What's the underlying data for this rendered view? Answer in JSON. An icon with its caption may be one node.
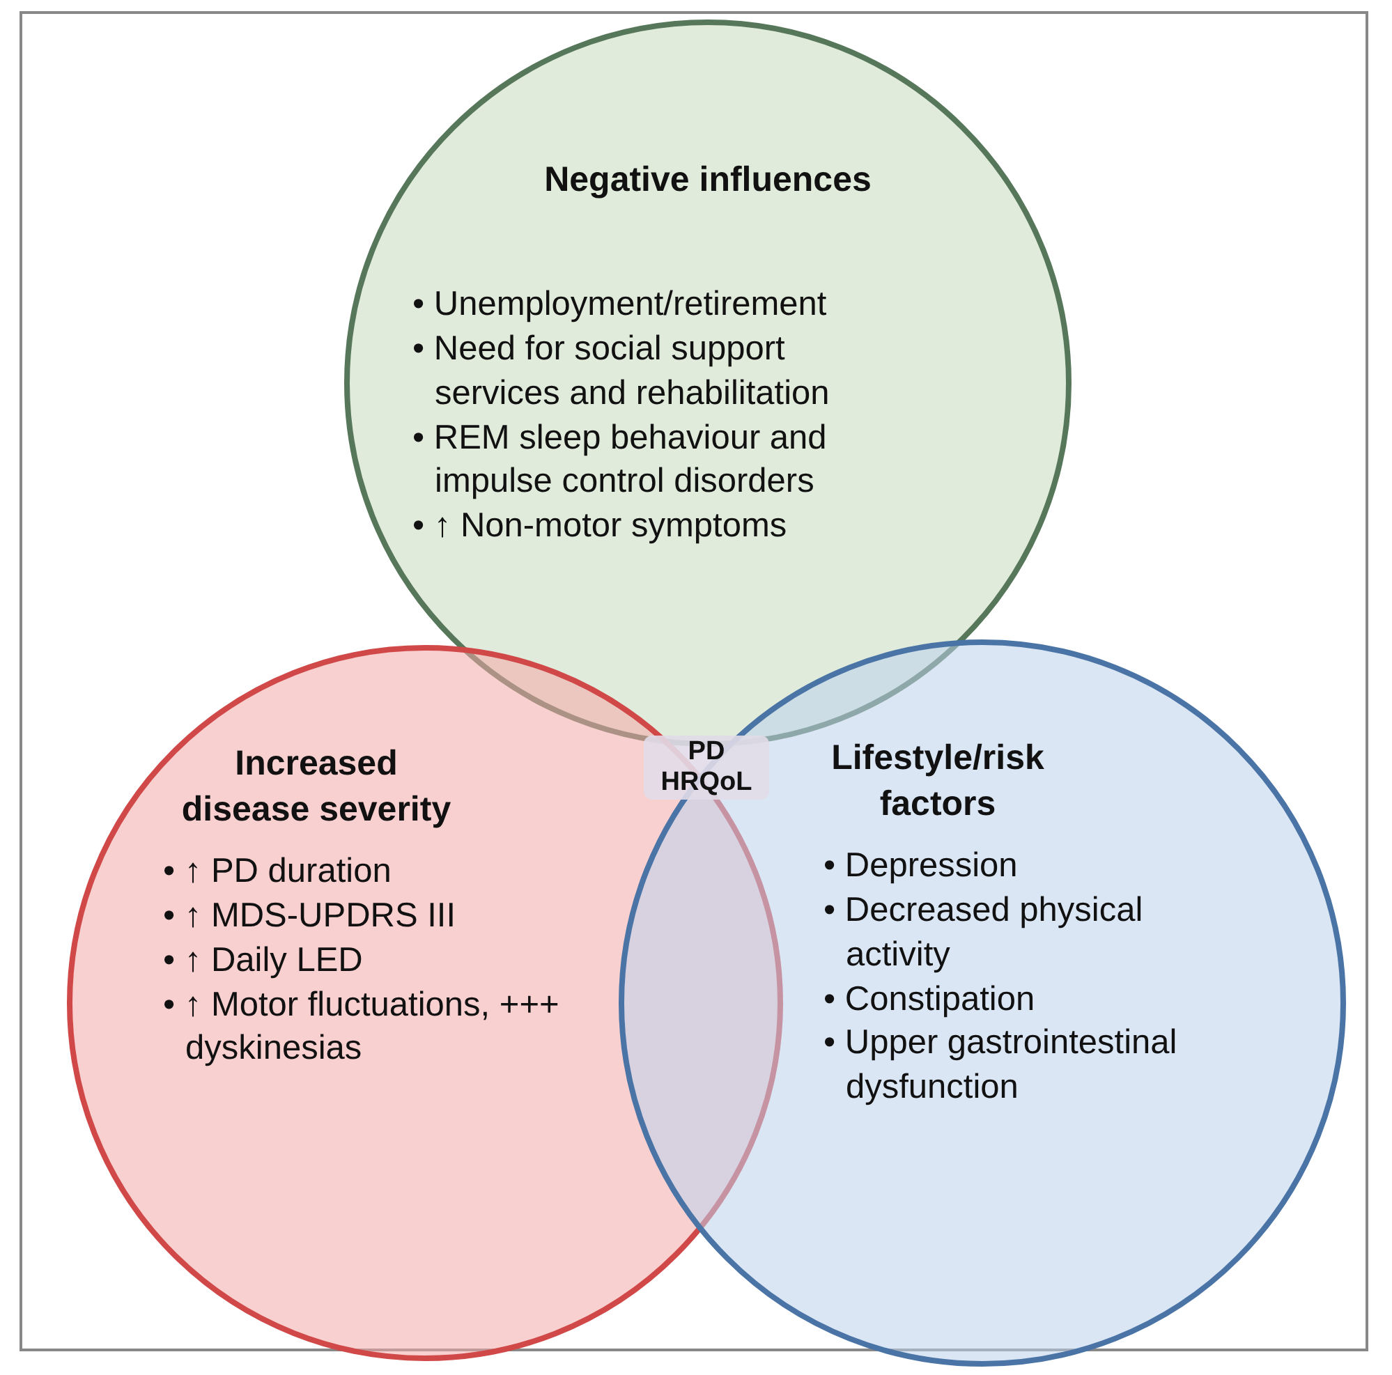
{
  "diagram": {
    "nodes": [
      {
        "text": [
          "Negative influences",
          "• Unemployment/retirement",
          "• Need for social support services and rehabilitation",
          "• REM sleep behaviour and impulse control disorders",
          "• ↑ Non-motor symptoms"
        ]
      },
      {
        "text": [
          "Increased disease severity",
          "• ↑ PD duration",
          "• ↑ MDS-UPDRS III",
          "• ↑ Daily LED",
          "• ↑ Motor fluctuations, +++ dyskinesias"
        ]
      },
      {
        "text": [
          "Lifestyle/risk factors",
          "• Depression",
          "• Decreased physical activity",
          "• Constipation",
          "• Upper gastrointestinal dysfunction"
        ]
      }
    ],
    "edges": [],
    "labels": [
      "PD HRQoL"
    ]
  }
}
